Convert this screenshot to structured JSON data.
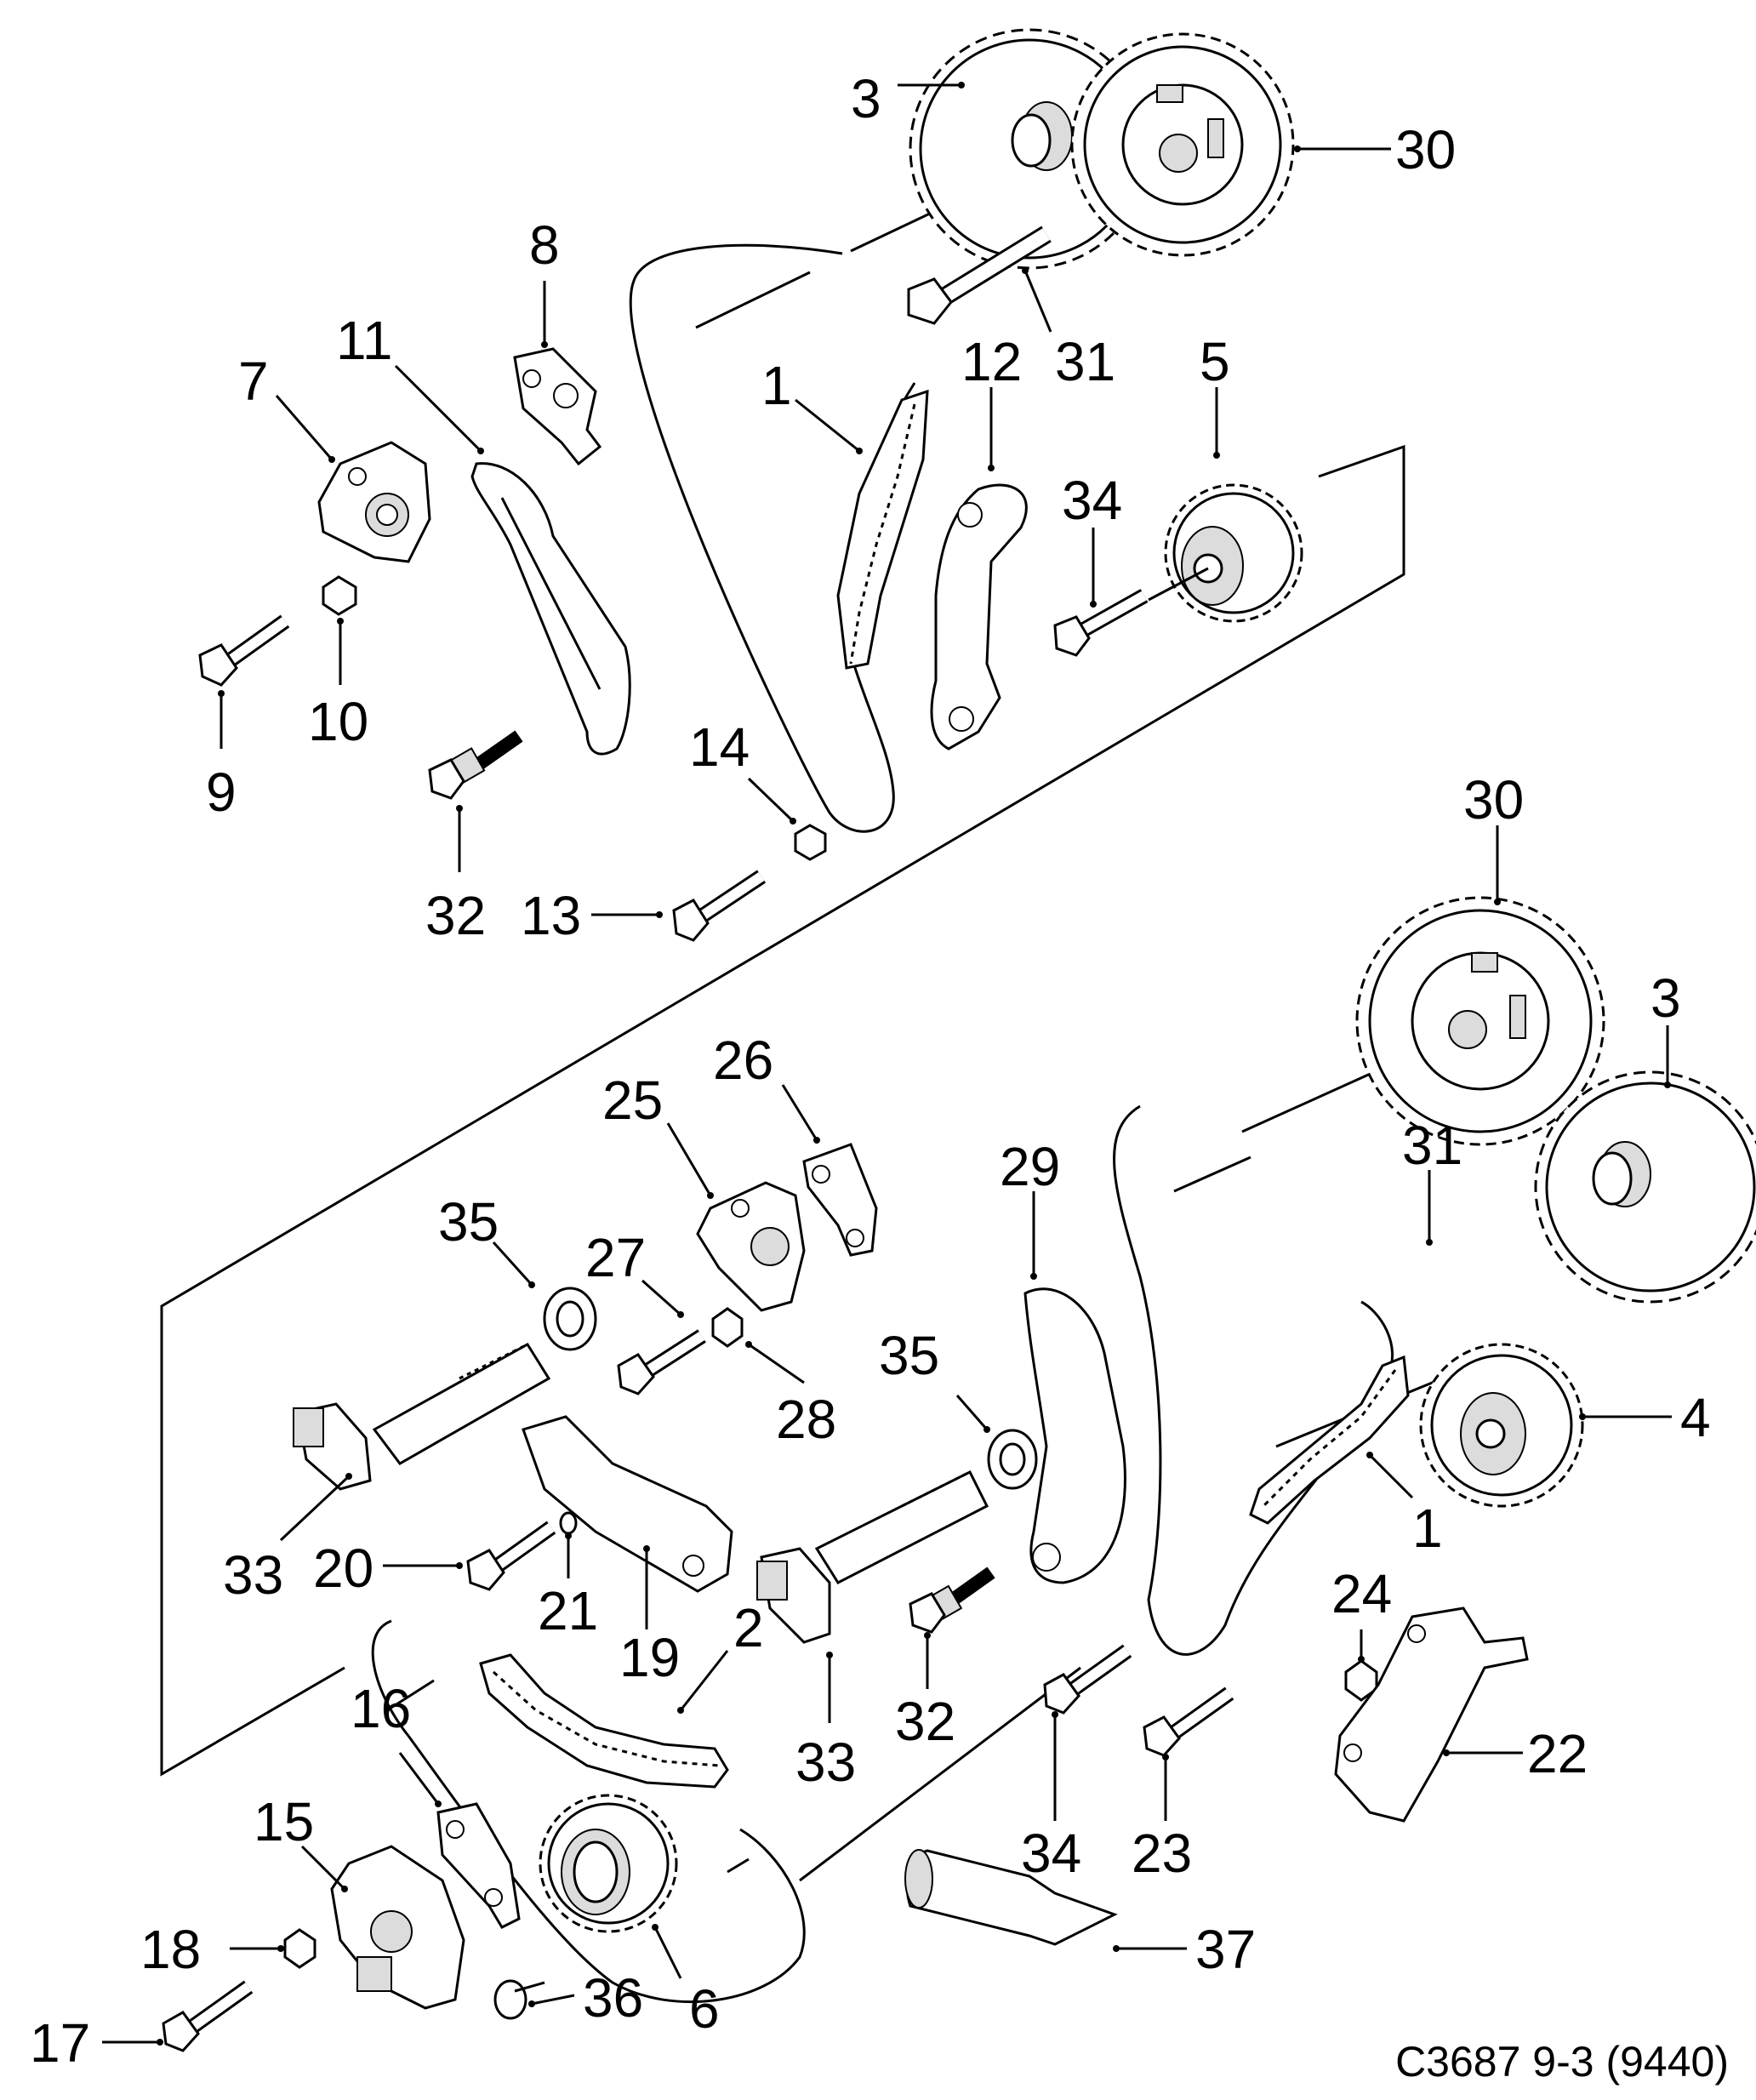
{
  "caption": "C3687 9-3 (9440)",
  "callouts": {
    "upper": {
      "c3": "3",
      "c30": "30",
      "c31": "31",
      "c8": "8",
      "c11": "11",
      "c7": "7",
      "c1": "1",
      "c12": "12",
      "c5": "5",
      "c34": "34",
      "c9": "9",
      "c10": "10",
      "c14": "14",
      "c32": "32",
      "c13": "13"
    },
    "lower": {
      "c30": "30",
      "c3": "3",
      "c26": "26",
      "c25": "25",
      "c31": "31",
      "c29": "29",
      "c35a": "35",
      "c27": "27",
      "c35b": "35",
      "c28": "28",
      "c4": "4",
      "c1": "1",
      "c33a": "33",
      "c20": "20",
      "c21": "21",
      "c19": "19",
      "c24": "24",
      "c22": "22",
      "c2": "2",
      "c33b": "33",
      "c32": "32",
      "c34": "34",
      "c23": "23",
      "c16": "16",
      "c15": "15",
      "c18": "18",
      "c17": "17",
      "c36": "36",
      "c6": "6",
      "c37": "37"
    }
  }
}
